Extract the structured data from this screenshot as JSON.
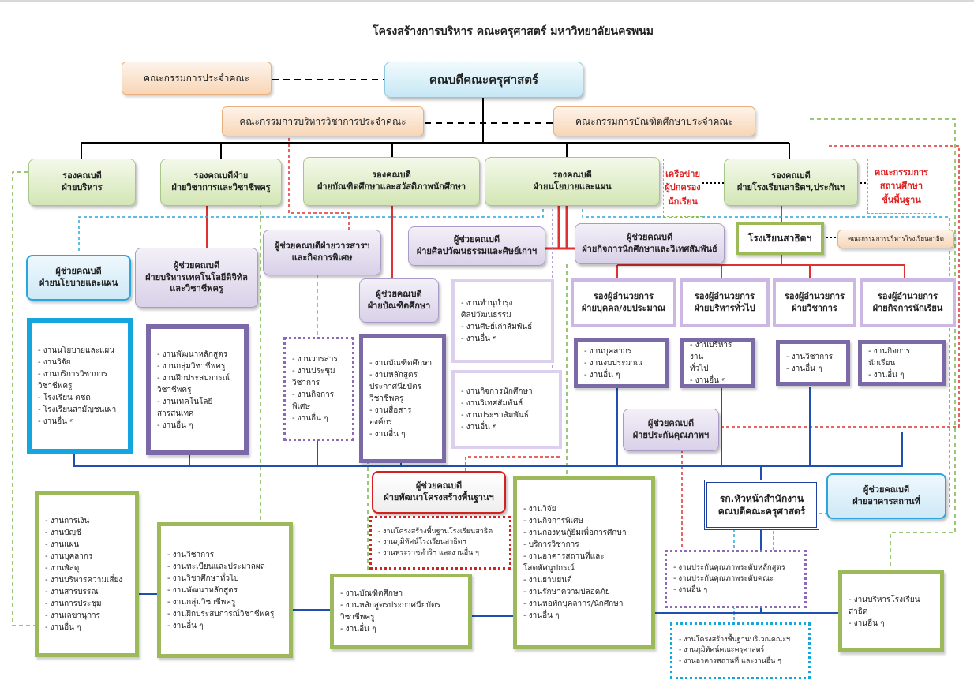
{
  "title": "โครงสร้างการบริหาร คณะครุศาสตร์ มหาวิทยาลัยนครพนม",
  "top": {
    "committee": "คณะกรรมการประจำคณะ",
    "dean": "คณบดีคณะครุศาสตร์",
    "academic_committee": "คณะกรรมการบริหารวิชาการประจำคณะ",
    "graduate_committee": "คณะกรรมการบัณฑิตศึกษาประจำคณะ"
  },
  "vice_deans": {
    "admin": "รองคณบดี\nฝ่ายบริหาร",
    "academic": "รองคณบดีฝ่าย\nฝ่ายวิชาการและวิชาชีพครู",
    "graduate": "รองคณบดี\nฝ่ายบัณฑิตศึกษาและสวัสดิภาพนักศึกษา",
    "policy": "รองคณบดี\nฝ่ายนโยบายและแผน",
    "school": "รองคณบดี\nฝ่ายโรงเรียนสาธิตฯ,ประกันฯ"
  },
  "side_notes": {
    "parent_network": "เครือข่าย\nผู้ปกครอง\nนักเรียน",
    "basic_ed_committee": "คณะกรรมการ\nสถานศึกษา\nขั้นพื้นฐาน",
    "school_admin_committee": "คณะกรรมการบริหารโรงเรียนสาธิต"
  },
  "assistants": {
    "policy": "ผู้ช่วยคณบดี\nฝ่ายนโยบายและแผน",
    "digital": "ผู้ช่วยคณบดี\nฝ่ายบริหารเทคโนโลยีดิจิทัล\nและวิชาชีพครู",
    "journal": "ผู้ช่วยคณบดีฝ่ายวารสารฯ\nและกิจการพิเศษ",
    "graduate": "ผู้ช่วยคณบดี\nฝ่ายบัณฑิตศึกษา",
    "culture": "ผู้ช่วยคณบดี\nฝ่ายศิลปวัฒนธรรมและศิษย์เก่าฯ",
    "student_affairs": "ผู้ช่วยคณบดี\nฝ่ายกิจการนักศึกษาและวิเทศสัมพันธ์",
    "qa": "ผู้ช่วยคณบดี\nฝ่ายประกันคุณภาพฯ",
    "infrastructure": "ผู้ช่วยคณบดี\nฝ่ายพัฒนาโครงสร้างพื้นฐานฯ",
    "facilities": "ผู้ช่วยคณบดี\nฝ่ายอาคารสถานที่"
  },
  "school": {
    "name": "โรงเรียนสาธิตฯ",
    "deputy_personnel": "รองผู้อำนวยการ\nฝ่ายบุคคล/งบประมาณ",
    "deputy_general": "รองผู้อำนวยการ\nฝ่ายบริหารทั่วไป",
    "deputy_academic": "รองผู้อำนวยการ\nฝ่ายวิชาการ",
    "deputy_student": "รองผู้อำนวยการ\nฝ่ายกิจการนักเรียน"
  },
  "office_head": "รก.หัวหน้าสำนักงาน\nคณบดีคณะครุศาสตร์",
  "lists": {
    "policy": "- งานนโยบายและแผน\n- งานวิจัย\n- งานบริการวิชาการ\n  วิชาชีพครู\n- โรงเรียน ตชด.\n- โรงเรียนสามัญชนเผ่า\n- งานอื่น ๆ",
    "digital": "- งานพัฒนาหลักสูตร\n- งานกลุ่มวิชาชีพครู\n- งานฝึกประสบการณ์\n  วิชาชีพครู\n- งานเทคโนโลยี\n  สารสนเทศ\n- งานอื่น ๆ",
    "journal": "- งานวารสาร\n- งานประชุม\n  วิชาการ\n- งานกิจการ\n  พิเศษ\n- งานอื่น ๆ",
    "graduate": "- งานบัณฑิตศึกษา\n- งานหลักสูตร\n  ประกาศนียบัตร\n  วิชาชีพครู\n- งานสื่อสาร\n  องค์กร\n- งานอื่น ๆ",
    "culture": "- งานทำนุบำรุง\n  ศิลปวัฒนธรรม\n- งานศิษย์เก่าสัมพันธ์\n- งานอื่น ๆ",
    "student_affairs": "- งานกิจการนักศึกษา\n- งานวิเทศสัมพันธ์\n- งานประชาสัมพันธ์\n- งานอื่น ๆ",
    "personnel": "- งานบุคลากร\n- งานงบประมาณ\n- งานอื่น ๆ",
    "general": "- งานบริหารงาน\n  ทั่วไป\n- งานอื่น ๆ",
    "school_academic": "- งานวิชาการ\n- งานอื่น ๆ",
    "school_student": "- งานกิจการนักเรียน\n- งานอื่น ๆ",
    "admin": "- งานการเงิน\n- งานบัญชี\n- งานแผน\n- งานบุคลากร\n- งานพัสดุ\n- งานบริหารความเสี่ยง\n- งานสารบรรณ\n- งานการประชุม\n- งานเลขานุการ\n- งานอื่น ๆ",
    "academic": "- งานวิชาการ\n- งานทะเบียนและประมวลผล\n- งานวิชาศึกษาทั่วไป\n- งานพัฒนาหลักสูตร\n- งานกลุ่มวิชาชีพครู\n- งานฝึกประสบการณ์วิชาชีพครู\n- งานอื่น ๆ",
    "graduate_office": "- งานบัณฑิตศึกษา\n- งานหลักสูตรประกาศนียบัตร\n  วิชาชีพครู\n- งานอื่น ๆ",
    "research": "- งานวิจัย\n- งานกิจการพิเศษ\n- งานกองทุนกู้ยืมเพื่อการศึกษา\n- บริการวิชาการ\n- งานอาคารสถานที่และ\n  โสตทัศนูปกรณ์\n- งานยานยนต์\n- งานรักษาความปลอดภัย\n- งานหอพักบุคลากร/นักศึกษา\n- งานอื่น ๆ",
    "infrastructure": "- งานโครงสร้างพื้นฐานโรงเรียนสาธิต\n- งานภูมิทัศน์โรงเรียนสาธิตฯ\n- งานพระราชดำริฯ และงานอื่น ๆ",
    "qa": "- งานประกันคุณภาพระดับหลักสูตร\n- งานประกันคุณภาพระดับคณะ\n- งานอื่น ๆ",
    "school_admin": "- งานบริหารโรงเรียน\n  สาธิต\n- งานอื่น ๆ",
    "facilities": "- งานโครงสร้างพื้นฐานบริเวณคณะฯ\n- งานภูมิทัศน์คณะครุศาสตร์\n- งานอาคารสถานที่ และงานอื่น ๆ"
  }
}
